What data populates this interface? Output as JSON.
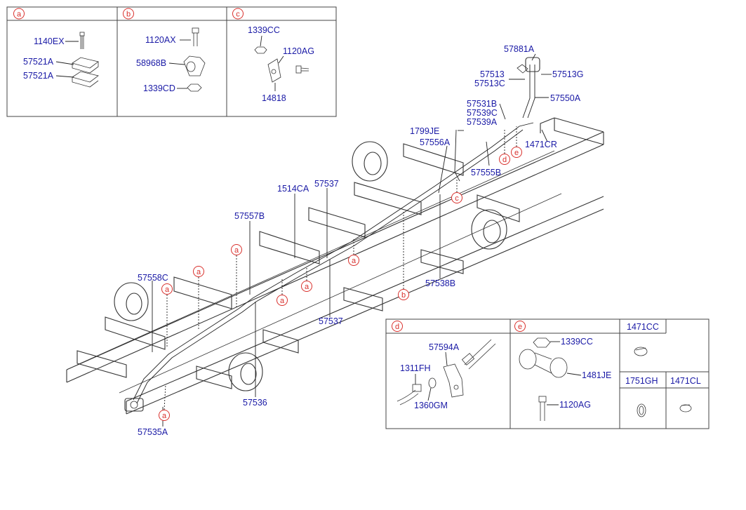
{
  "detail_a": {
    "marker": "a",
    "labels": [
      "1140EX",
      "57521A",
      "57521A"
    ]
  },
  "detail_b": {
    "marker": "b",
    "labels": [
      "1120AX",
      "58968B",
      "1339CD"
    ]
  },
  "detail_c": {
    "marker": "c",
    "labels": [
      "1339CC",
      "1120AG",
      "14818"
    ]
  },
  "detail_d": {
    "marker": "d",
    "labels": [
      "57594A",
      "1311FH",
      "1360GM"
    ]
  },
  "detail_e": {
    "marker": "e",
    "labels": [
      "1339CC",
      "1481JE",
      "1120AG"
    ]
  },
  "clips": {
    "headers": [
      "1471CC",
      "1751GH",
      "1471CL"
    ]
  },
  "main": {
    "part_labels": [
      "57881A",
      "57513",
      "57513C",
      "57513G",
      "57550A",
      "57531B",
      "57539C",
      "57539A",
      "1799JE",
      "57556A",
      "1471CR",
      "57555B",
      "1514CA",
      "57537",
      "57557B",
      "57558C",
      "57538B",
      "57537",
      "57536",
      "57535A"
    ],
    "markers": [
      "a",
      "a",
      "a",
      "a",
      "a",
      "a",
      "a",
      "b",
      "c",
      "d",
      "e"
    ]
  },
  "colors": {
    "labels": "#1a1aa6",
    "markers": "#d9302c",
    "lines": "#333333"
  }
}
